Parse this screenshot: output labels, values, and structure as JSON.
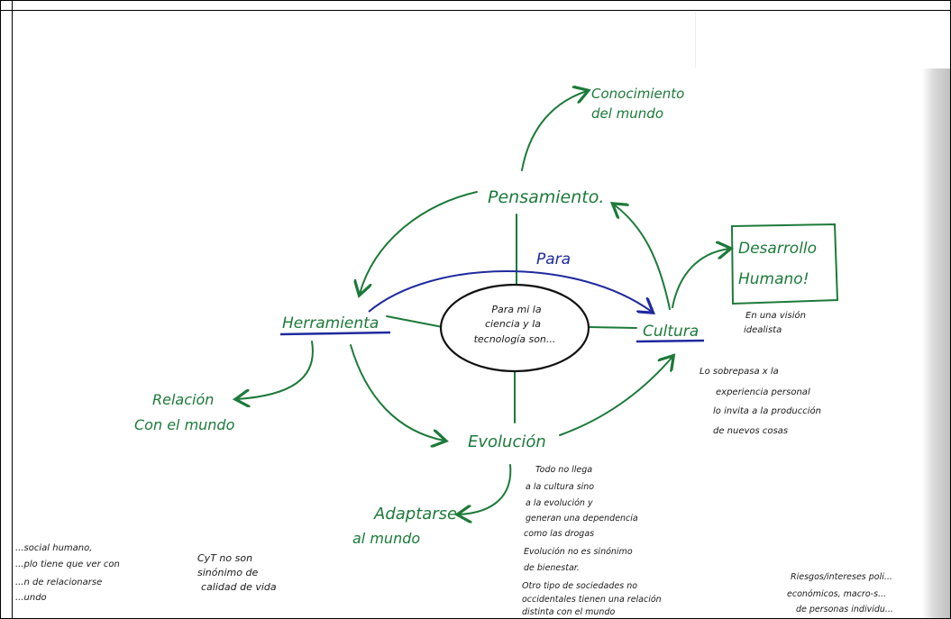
{
  "diagram": {
    "center": {
      "lines": [
        "Para mi la",
        "ciencia y la",
        "tecnología son..."
      ]
    },
    "nodes": {
      "pensamiento": "Pensamiento.",
      "herramienta": "Herramienta",
      "cultura": "Cultura",
      "evolucion": "Evolución",
      "conocimiento": [
        "Conocimiento",
        "del mundo"
      ],
      "desarrollo": [
        "Desarrollo",
        "Humano!"
      ],
      "relacion": [
        "Relación",
        "Con el mundo"
      ],
      "adaptarse": [
        "Adaptarse",
        "al mundo"
      ],
      "para": "Para"
    },
    "notes": {
      "desarrollo_note": [
        "En una visión",
        "idealista"
      ],
      "cultura_note": [
        "Lo sobrepasa x la",
        "experiencia personal",
        "lo invita a la producción",
        "de nuevos cosas"
      ],
      "evolucion_note": [
        "Todo no llega",
        "a la cultura sino",
        "a la evolución y",
        "generan una dependencia",
        "como las drogas",
        "Evolución no es sinónimo",
        "de bienestar.",
        "Otro tipo de sociedades no",
        "occidentales tienen una relación",
        "distinta con el mundo"
      ],
      "left_note": [
        "...social humano,",
        "...plo tiene que ver con",
        "...n de relacionarse",
        "...undo"
      ],
      "cyt_note": [
        "CyT no son",
        "sinónimo de",
        "calidad de vida"
      ],
      "right_note": [
        "Riesgos/intereses poli...",
        "económicos, macro-s...",
        "de personas individu..."
      ]
    },
    "colors": {
      "green": "#1d7a3a",
      "blue": "#1f2a9e",
      "ink": "#1a1a1a"
    }
  }
}
